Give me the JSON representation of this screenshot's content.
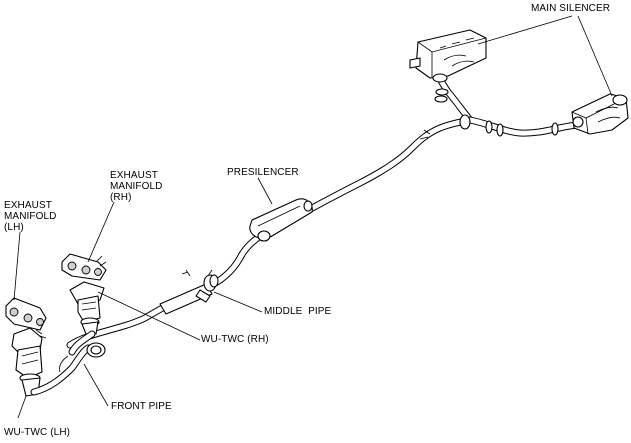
{
  "labels": {
    "main_silencer": "MAIN SILENCER",
    "presilencer": "PRESILENCER",
    "exhaust_manifold_rh": "EXHAUST\nMANIFOLD\n(RH)",
    "exhaust_manifold_lh": "EXHAUST\nMANIFOLD\n(LH)",
    "middle_pipe": "MIDDLE  PIPE",
    "wu_twc_rh": "WU-TWC (RH)",
    "front_pipe": "FRONT PIPE",
    "wu_twc_lh": "WU-TWC (LH)"
  }
}
